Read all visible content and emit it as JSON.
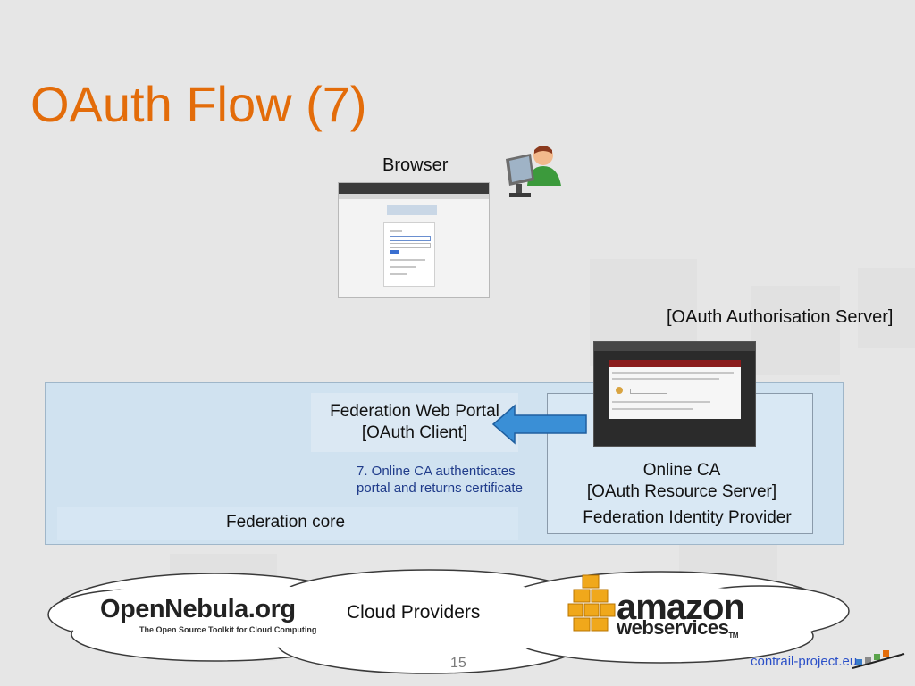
{
  "slide": {
    "title": "OAuth Flow (7)",
    "page_number": "15",
    "footer_url": "contrail-project.eu"
  },
  "browser": {
    "label": "Browser",
    "icon": "user-computer-icon"
  },
  "auth_server": {
    "label": "[OAuth Authorisation Server]"
  },
  "federation": {
    "portal_line1": "Federation Web Portal",
    "portal_line2": "[OAuth Client]",
    "step_line1": "7. Online CA authenticates",
    "step_line2": "portal and returns certificate",
    "core_label": "Federation core"
  },
  "online_ca": {
    "line1": "Online CA",
    "line2": "[OAuth Resource Server]",
    "line3": "Federation Identity Provider"
  },
  "cloud": {
    "label": "Cloud Providers",
    "opennebula_logo": "OpenNebula.org",
    "opennebula_tagline": "The Open Source Toolkit for Cloud Computing",
    "amazon_logo_word": "amazon",
    "amazon_logo_sub": "webservices",
    "amazon_tm": "TM"
  },
  "colors": {
    "title": "#e36c0a",
    "federation_fill": "#d0e2f0",
    "arrow_fill": "#3a8fd6",
    "step_text": "#1f3b8a",
    "footer_link": "#2b50c8"
  }
}
